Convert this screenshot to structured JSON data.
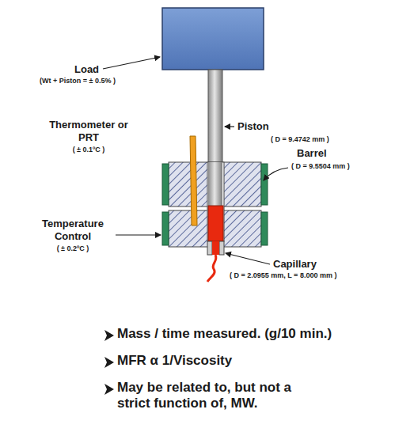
{
  "diagram": {
    "labels": [
      "Load",
      "(Wt + Piston = ± 0.5% )",
      "Thermometer or PRT",
      "( ± 0.1ºC )",
      "Piston",
      "( D = 9.4742 mm )",
      "Barrel",
      "( D = 9.5504 mm )",
      "Temperature Control",
      "( ± 0.2ºC )",
      "Capillary",
      "( D = 2.0955 mm, L = 8.000 mm )",
      "Mass / time measured. (g/10 min.)",
      "MFR α 1/Viscosity",
      "May be related to, but not a strict function of, MW."
    ]
  }
}
